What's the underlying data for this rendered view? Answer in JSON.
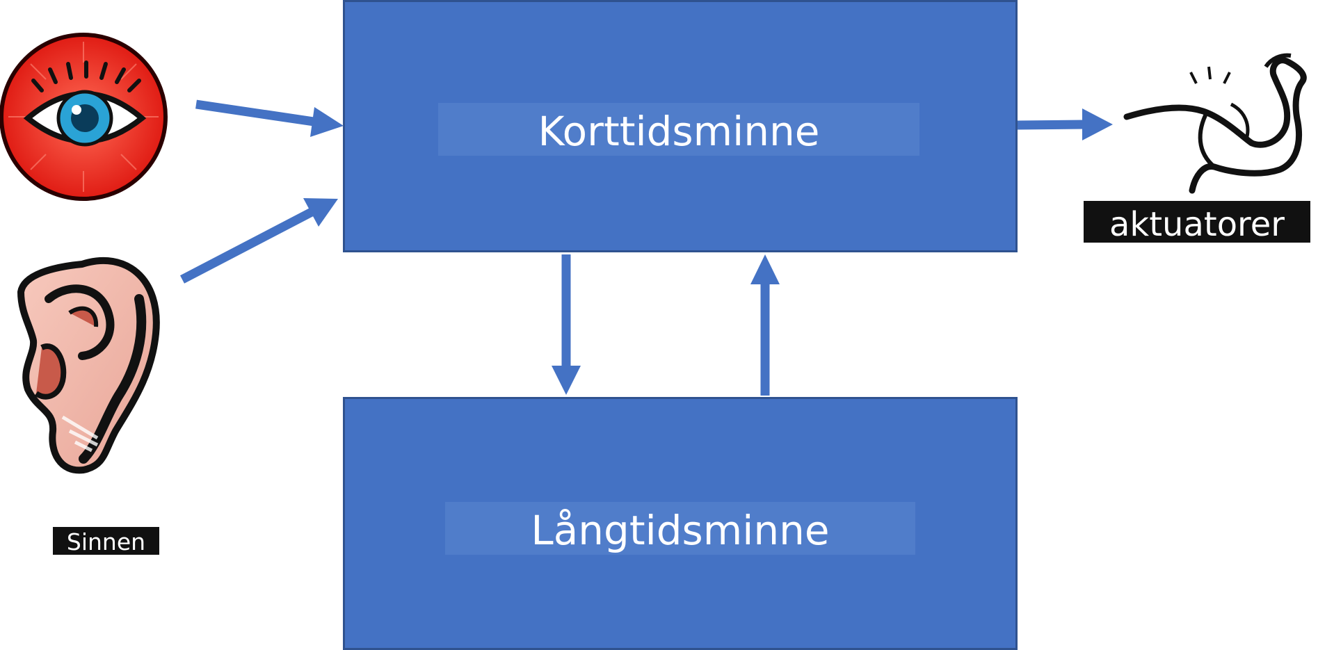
{
  "diagram": {
    "short_term_memory": "Korttidsminne",
    "long_term_memory": "Långtidsminne",
    "senses_label": "Sinnen",
    "actuators_label": "aktuatorer",
    "icons": [
      "eye-icon",
      "ear-icon",
      "flexed-arm-icon"
    ],
    "colors": {
      "box_fill": "#4472c4",
      "box_border": "#2f528f",
      "arrow": "#4472c4",
      "label_bg": "#111111",
      "eye_red": "#e8231c"
    }
  }
}
